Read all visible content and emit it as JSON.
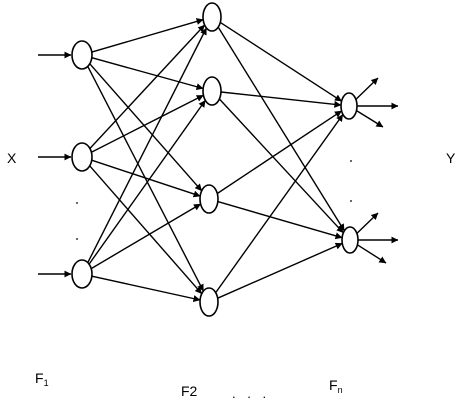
{
  "input_label": "X",
  "output_label": "Y",
  "layer_labels": [
    {
      "main": "F",
      "sub": "1"
    },
    {
      "main": "F2",
      "sub": ""
    },
    {
      "main": "F",
      "sub": "n"
    }
  ],
  "layer_ellipsis": ". . .",
  "colors": {
    "stroke": "#000000",
    "node_fill": "#ffffff",
    "background": "#ffffff"
  }
}
